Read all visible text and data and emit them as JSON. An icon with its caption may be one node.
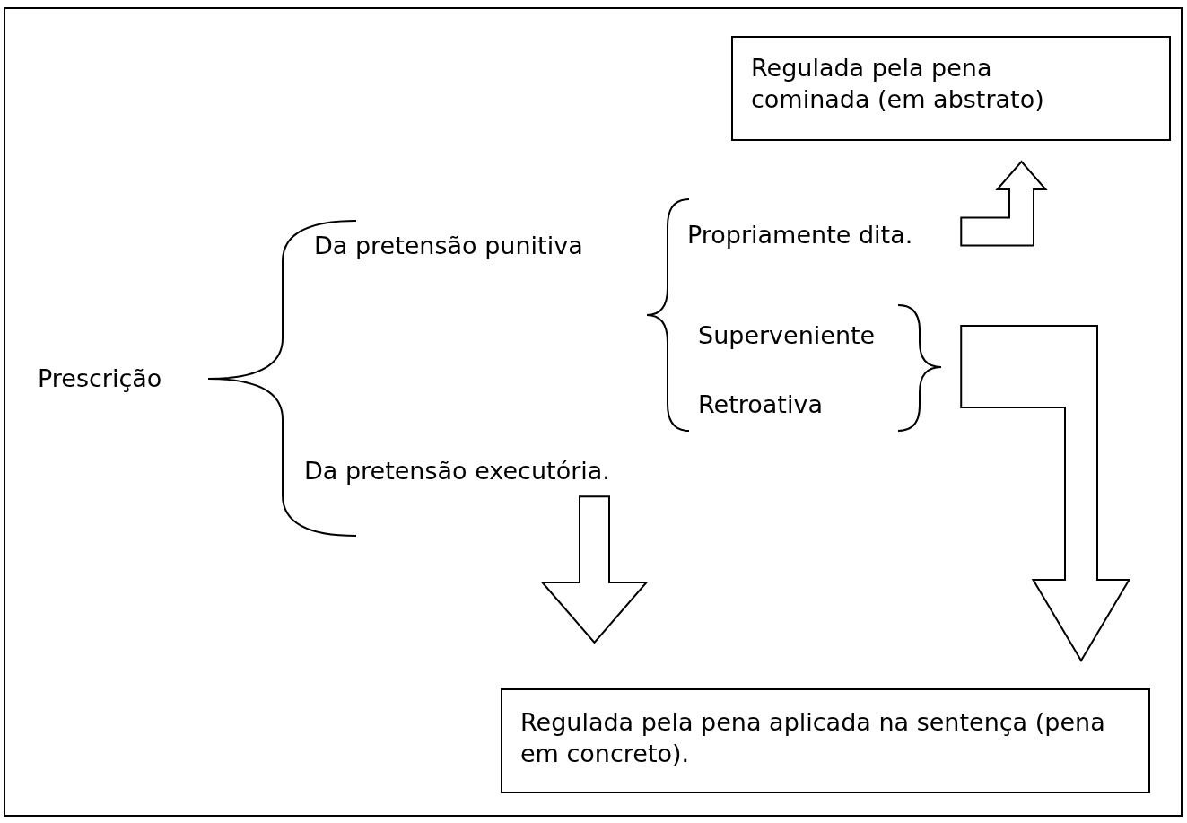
{
  "diagram": {
    "nodes": [
      {
        "text": [
          "Prescrição"
        ]
      },
      {
        "text": [
          "Da pretensão punitiva"
        ]
      },
      {
        "text": [
          "Da pretensão executória."
        ]
      },
      {
        "text": [
          "Propriamente dita."
        ]
      },
      {
        "text": [
          "Superveniente"
        ]
      },
      {
        "text": [
          "Retroativa"
        ]
      },
      {
        "text": [
          "Regulada pela pena cominada (em abstrato)"
        ]
      },
      {
        "text": [
          "Regulada pela pena aplicada na sentença (pena em concreto)."
        ]
      }
    ],
    "edges": [
      {
        "from": 3,
        "to": 6,
        "arrow": "to"
      },
      {
        "from": 4,
        "to": 7,
        "arrow": "to"
      },
      {
        "from": 5,
        "to": 7,
        "arrow": "to"
      },
      {
        "from": 2,
        "to": 7,
        "arrow": "to"
      }
    ]
  }
}
